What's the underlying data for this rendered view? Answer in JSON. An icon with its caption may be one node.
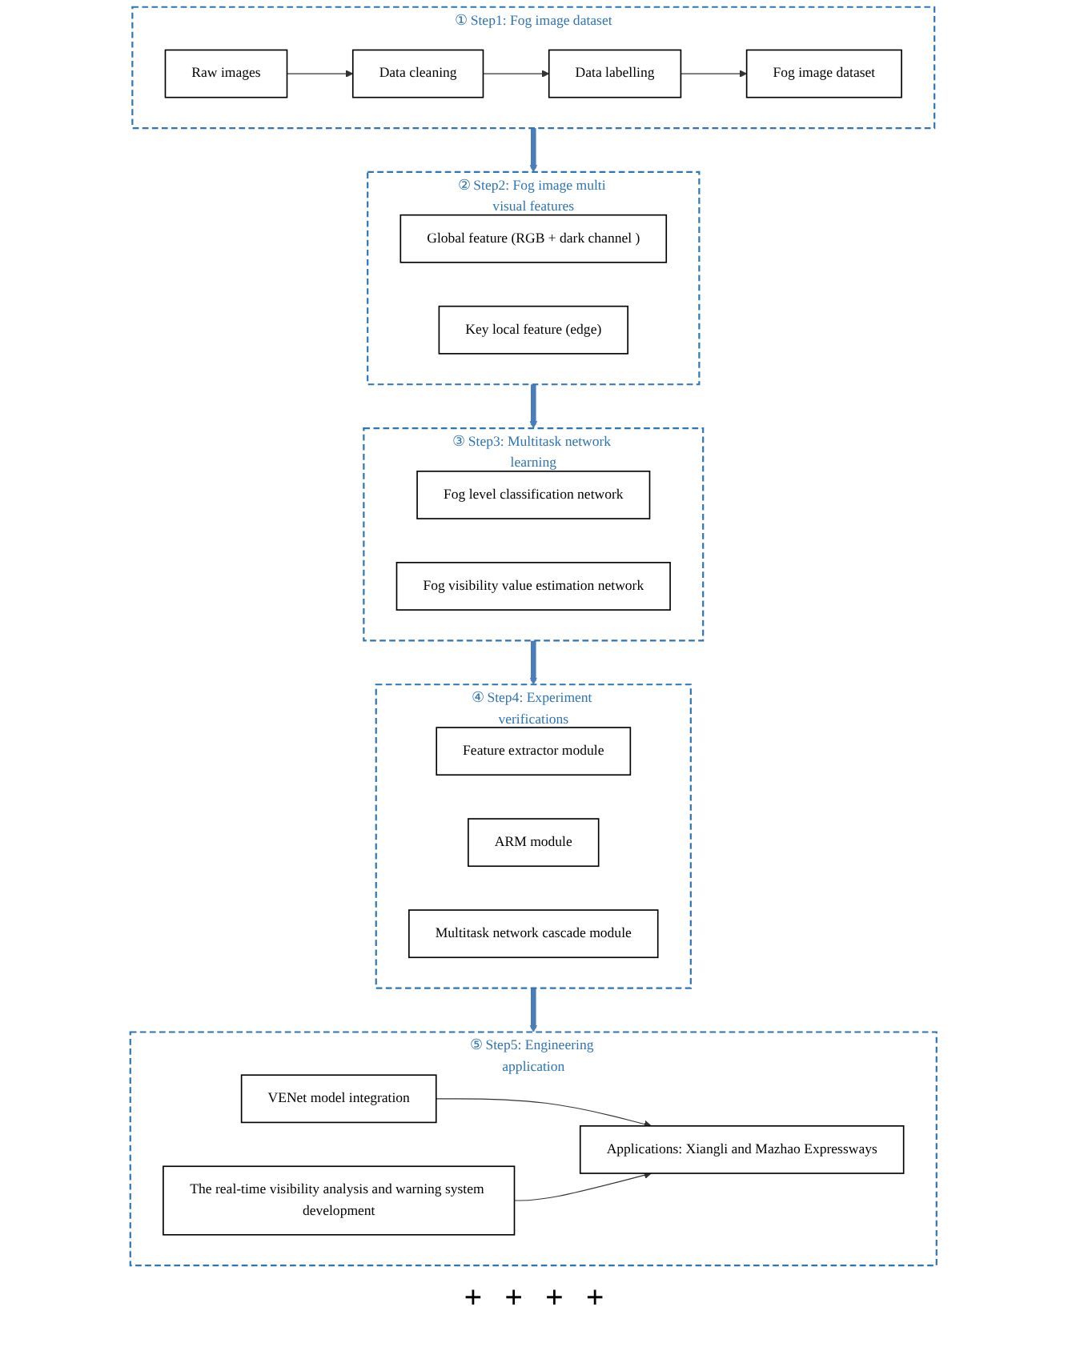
{
  "diagram": {
    "nodes": [
      {
        "text": [
          "① Step1: Fog image dataset"
        ]
      },
      {
        "text": [
          "Raw images"
        ],
        "in": 0
      },
      {
        "text": [
          "Data cleaning"
        ],
        "in": 0
      },
      {
        "text": [
          "Data labelling"
        ],
        "in": 0
      },
      {
        "text": [
          "Fog image dataset"
        ],
        "in": 0
      },
      {
        "text": [
          "② Step2: Fog image multi visual features"
        ]
      },
      {
        "text": [
          "Global feature (RGB + dark channel )"
        ],
        "in": 5
      },
      {
        "text": [
          "Key local feature (edge)"
        ],
        "in": 5
      },
      {
        "text": [
          "③ Step3: Multitask network learning"
        ]
      },
      {
        "text": [
          "Fog level classification network"
        ],
        "in": 8
      },
      {
        "text": [
          "Fog visibility value estimation network"
        ],
        "in": 8
      },
      {
        "text": [
          "④ Step4: Experiment verifications"
        ]
      },
      {
        "text": [
          "Feature extractor module"
        ],
        "in": 11
      },
      {
        "text": [
          "ARM module"
        ],
        "in": 11
      },
      {
        "text": [
          "Multitask network cascade module"
        ],
        "in": 11
      },
      {
        "text": [
          "⑤ Step5: Engineering application"
        ]
      },
      {
        "text": [
          "VENet model integration"
        ],
        "in": 15
      },
      {
        "text": [
          "The real-time visibility analysis and warning system development"
        ],
        "in": 15
      },
      {
        "text": [
          "Applications: Xiangli and Mazhao Expressways"
        ],
        "in": 15
      }
    ],
    "edges": [
      {
        "from": 1,
        "to": 2,
        "arrow": "to"
      },
      {
        "from": 2,
        "to": 3,
        "arrow": "to"
      },
      {
        "from": 3,
        "to": 4,
        "arrow": "to"
      },
      {
        "from": 0,
        "to": 5,
        "arrow": "to",
        "style": "thick",
        "color": "#4a7ebb"
      },
      {
        "from": 5,
        "to": 8,
        "arrow": "to",
        "style": "thick",
        "color": "#4a7ebb"
      },
      {
        "from": 8,
        "to": 11,
        "arrow": "to",
        "style": "thick",
        "color": "#4a7ebb"
      },
      {
        "from": 11,
        "to": 15,
        "arrow": "to",
        "style": "thick",
        "color": "#4a7ebb"
      },
      {
        "from": 16,
        "to": 18,
        "arrow": "to"
      },
      {
        "from": 17,
        "to": 18,
        "arrow": "to"
      }
    ],
    "labels": [
      "+",
      "+",
      "+",
      "+"
    ]
  }
}
